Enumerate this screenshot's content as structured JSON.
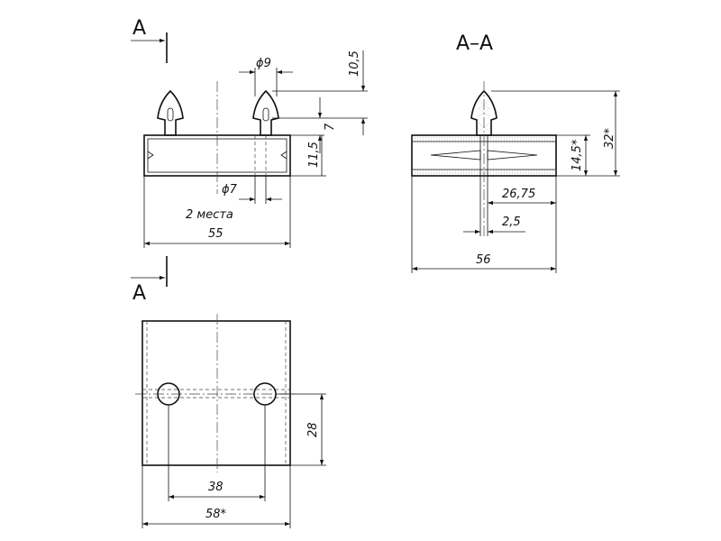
{
  "section_marker": {
    "top_letter": "A",
    "bottom_letter": "A"
  },
  "section_view": {
    "title": "A–A"
  },
  "front_view": {
    "dim_pin_diameter": "ϕ9",
    "dim_pin_height": "10,5",
    "dim_pin_base": "7",
    "dim_body_height": "11,5",
    "dim_hole_diameter": "ϕ7",
    "note_places": "2 места",
    "dim_length": "55"
  },
  "section_dims": {
    "dim_total_height": "32*",
    "dim_body_height": "14,5*",
    "dim_half_length": "26,75",
    "dim_gap": "2,5",
    "dim_length": "56"
  },
  "top_view": {
    "dim_width": "28",
    "dim_hole_spacing": "38",
    "dim_overall": "58*"
  },
  "colors": {
    "line": "#111111",
    "background": "#ffffff"
  }
}
